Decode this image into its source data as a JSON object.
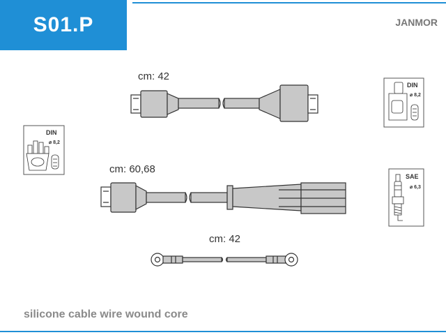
{
  "header": {
    "code": "S01.P",
    "brand": "JANMOR"
  },
  "cables": [
    {
      "length_label": "cm: 42"
    },
    {
      "length_label": "cm: 60,68"
    },
    {
      "length_label": "cm: 42"
    }
  ],
  "icons": [
    {
      "name": "distributor-cap-icon",
      "standard": "DIN",
      "diameter": "⌀ 8,2"
    },
    {
      "name": "ignition-coil-icon",
      "standard": "DIN",
      "diameter": "⌀ 8,2"
    },
    {
      "name": "spark-plug-icon",
      "standard": "SAE",
      "diameter": "⌀ 6,3"
    }
  ],
  "footer": {
    "description": "silicone cable wire wound core"
  },
  "colors": {
    "accent": "#1f8fd6",
    "boot": "#c8c8c8",
    "outline": "#333333"
  }
}
